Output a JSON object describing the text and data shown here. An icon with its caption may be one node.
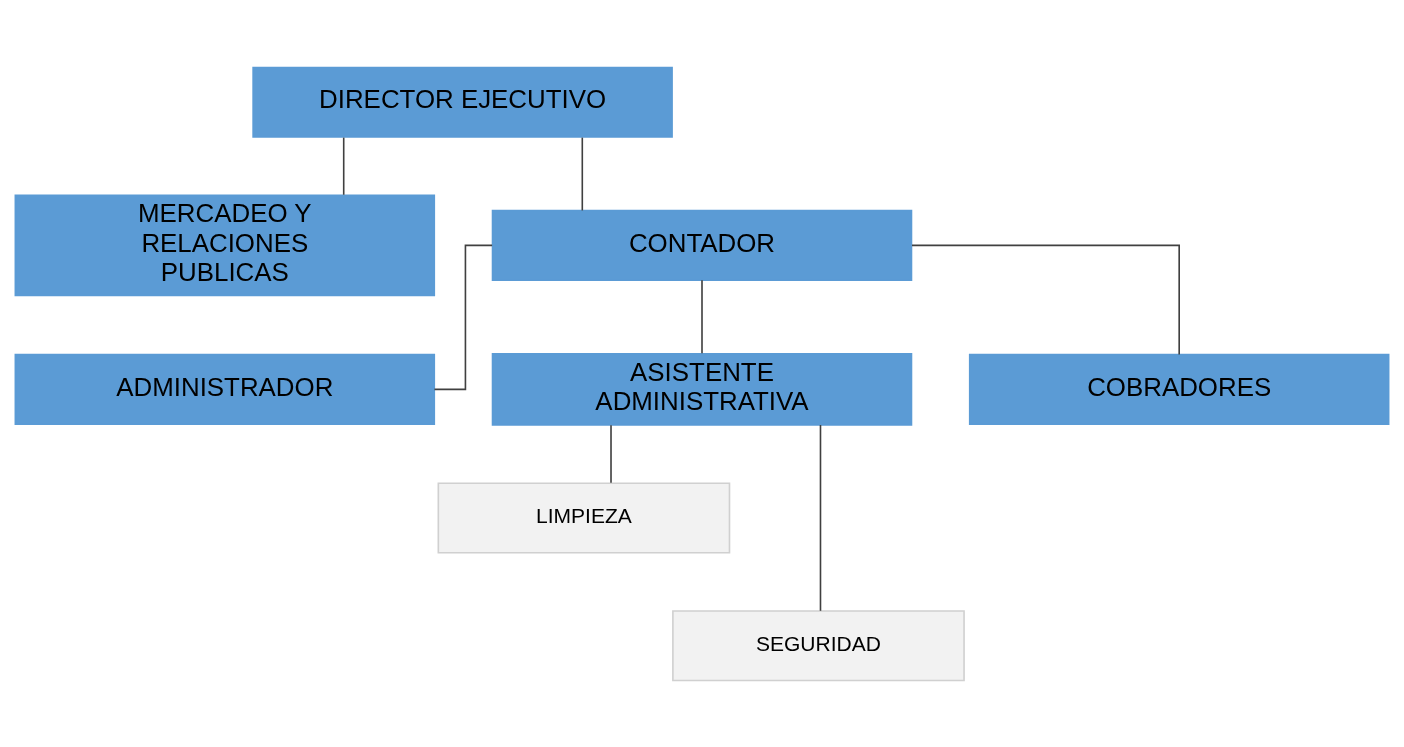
{
  "diagram": {
    "nodes": [
      {
        "text": [
          "DIRECTOR EJECUTIVO"
        ]
      },
      {
        "text": [
          "MERCADEO Y RELACIONES PUBLICAS"
        ]
      },
      {
        "text": [
          "CONTADOR"
        ]
      },
      {
        "text": [
          "ADMINISTRADOR"
        ]
      },
      {
        "text": [
          "ASISTENTE ADMINISTRATIVA"
        ]
      },
      {
        "text": [
          "COBRADORES"
        ]
      },
      {
        "text": [
          "LIMPIEZA"
        ]
      },
      {
        "text": [
          "SEGURIDAD"
        ]
      }
    ],
    "edges": [
      {
        "from": 0,
        "to": 1,
        "arrow": "none"
      },
      {
        "from": 0,
        "to": 2,
        "arrow": "none"
      },
      {
        "from": 2,
        "to": 3,
        "arrow": "none"
      },
      {
        "from": 2,
        "to": 4,
        "arrow": "none"
      },
      {
        "from": 2,
        "to": 5,
        "arrow": "none"
      },
      {
        "from": 4,
        "to": 6,
        "arrow": "none"
      },
      {
        "from": 4,
        "to": 7,
        "arrow": "none"
      }
    ]
  }
}
